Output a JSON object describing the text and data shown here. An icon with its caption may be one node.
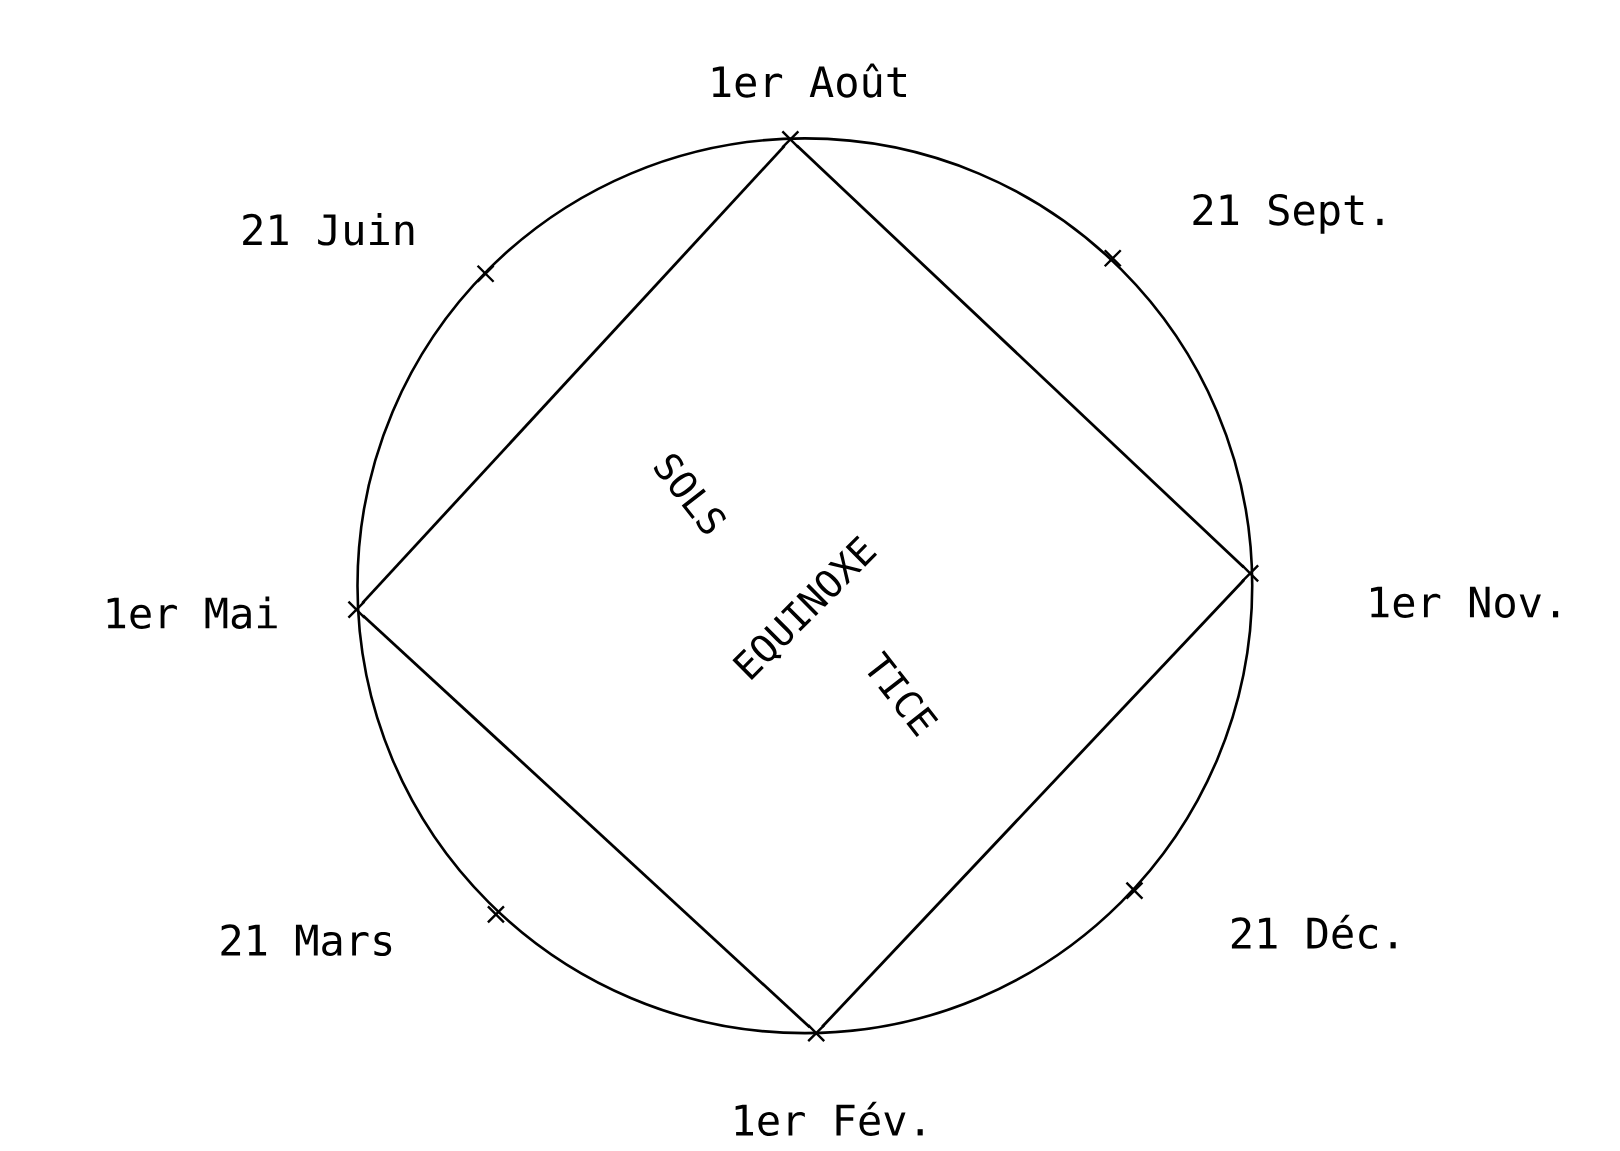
{
  "diagram": {
    "nodes": [
      {
        "text": [],
        "shape": "cross",
        "beside": [
          "1er Août"
        ]
      },
      {
        "text": [],
        "shape": "cross",
        "beside": [
          "21 Juin"
        ]
      },
      {
        "text": [],
        "shape": "cross",
        "beside": [
          "21 Sept."
        ]
      },
      {
        "text": [],
        "shape": "cross",
        "beside": [
          "1er Mai"
        ]
      },
      {
        "text": [],
        "shape": "cross",
        "beside": [
          "1er Nov."
        ]
      },
      {
        "text": [],
        "shape": "cross",
        "beside": [
          "21 Mars"
        ]
      },
      {
        "text": [],
        "shape": "cross",
        "beside": [
          "21 Déc."
        ]
      },
      {
        "text": [],
        "shape": "cross",
        "beside": [
          "1er Fév."
        ]
      }
    ],
    "edges": [
      {
        "from": 0,
        "to": 4,
        "arrow": "none"
      },
      {
        "from": 4,
        "to": 7,
        "arrow": "none"
      },
      {
        "from": 7,
        "to": 3,
        "arrow": "none"
      },
      {
        "from": 3,
        "to": 0,
        "arrow": "none"
      }
    ],
    "labels": [
      "SOLS",
      "EQUINOXE",
      "TICE"
    ]
  }
}
